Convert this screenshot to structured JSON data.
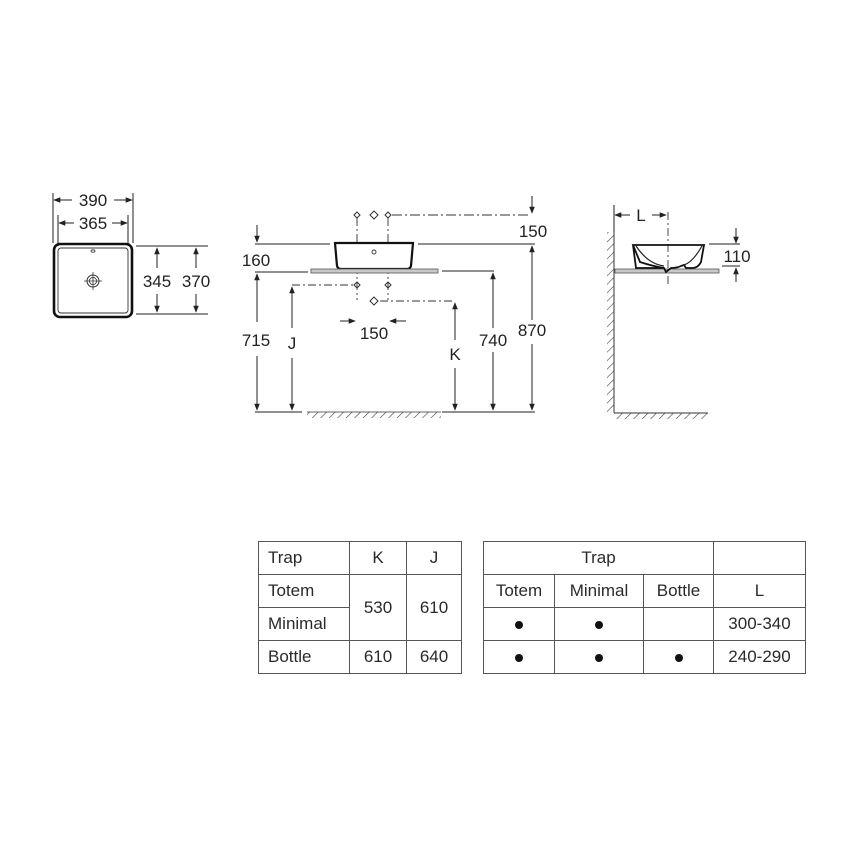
{
  "plan_view": {
    "dims": {
      "outer_width": "390",
      "inner_width": "365",
      "inner_depth": "345",
      "outer_depth": "370"
    }
  },
  "front_view": {
    "dims": {
      "tap_height": "150",
      "basin_height": "160",
      "floor_to_basin_top_left": "715",
      "floor_to_trap_j": "J",
      "waste_spacing": "150",
      "floor_to_trap_k": "K",
      "floor_to_counter": "740",
      "floor_to_basin_top": "870"
    }
  },
  "side_view": {
    "dims": {
      "wall_distance": "L",
      "basin_visible_height": "110"
    }
  },
  "trap_height_table": {
    "headers": [
      "Trap",
      "K",
      "J"
    ],
    "rows": [
      {
        "trap": "Totem"
      },
      {
        "trap": "Minimal"
      },
      {
        "trap": "Bottle",
        "K": "610",
        "J": "640"
      }
    ],
    "merged_totem_minimal": {
      "K": "530",
      "J": "610"
    }
  },
  "trap_l_table": {
    "group_header": "Trap",
    "blank_header": "",
    "subheaders": [
      "Totem",
      "Minimal",
      "Bottle",
      "L"
    ],
    "rows": [
      {
        "totem": true,
        "minimal": true,
        "bottle": false,
        "L": "300-340"
      },
      {
        "totem": true,
        "minimal": true,
        "bottle": true,
        "L": "240-290"
      }
    ]
  },
  "colors": {
    "line": "#222222",
    "counter_fill": "#c8c8c8",
    "table_border": "#555555"
  }
}
